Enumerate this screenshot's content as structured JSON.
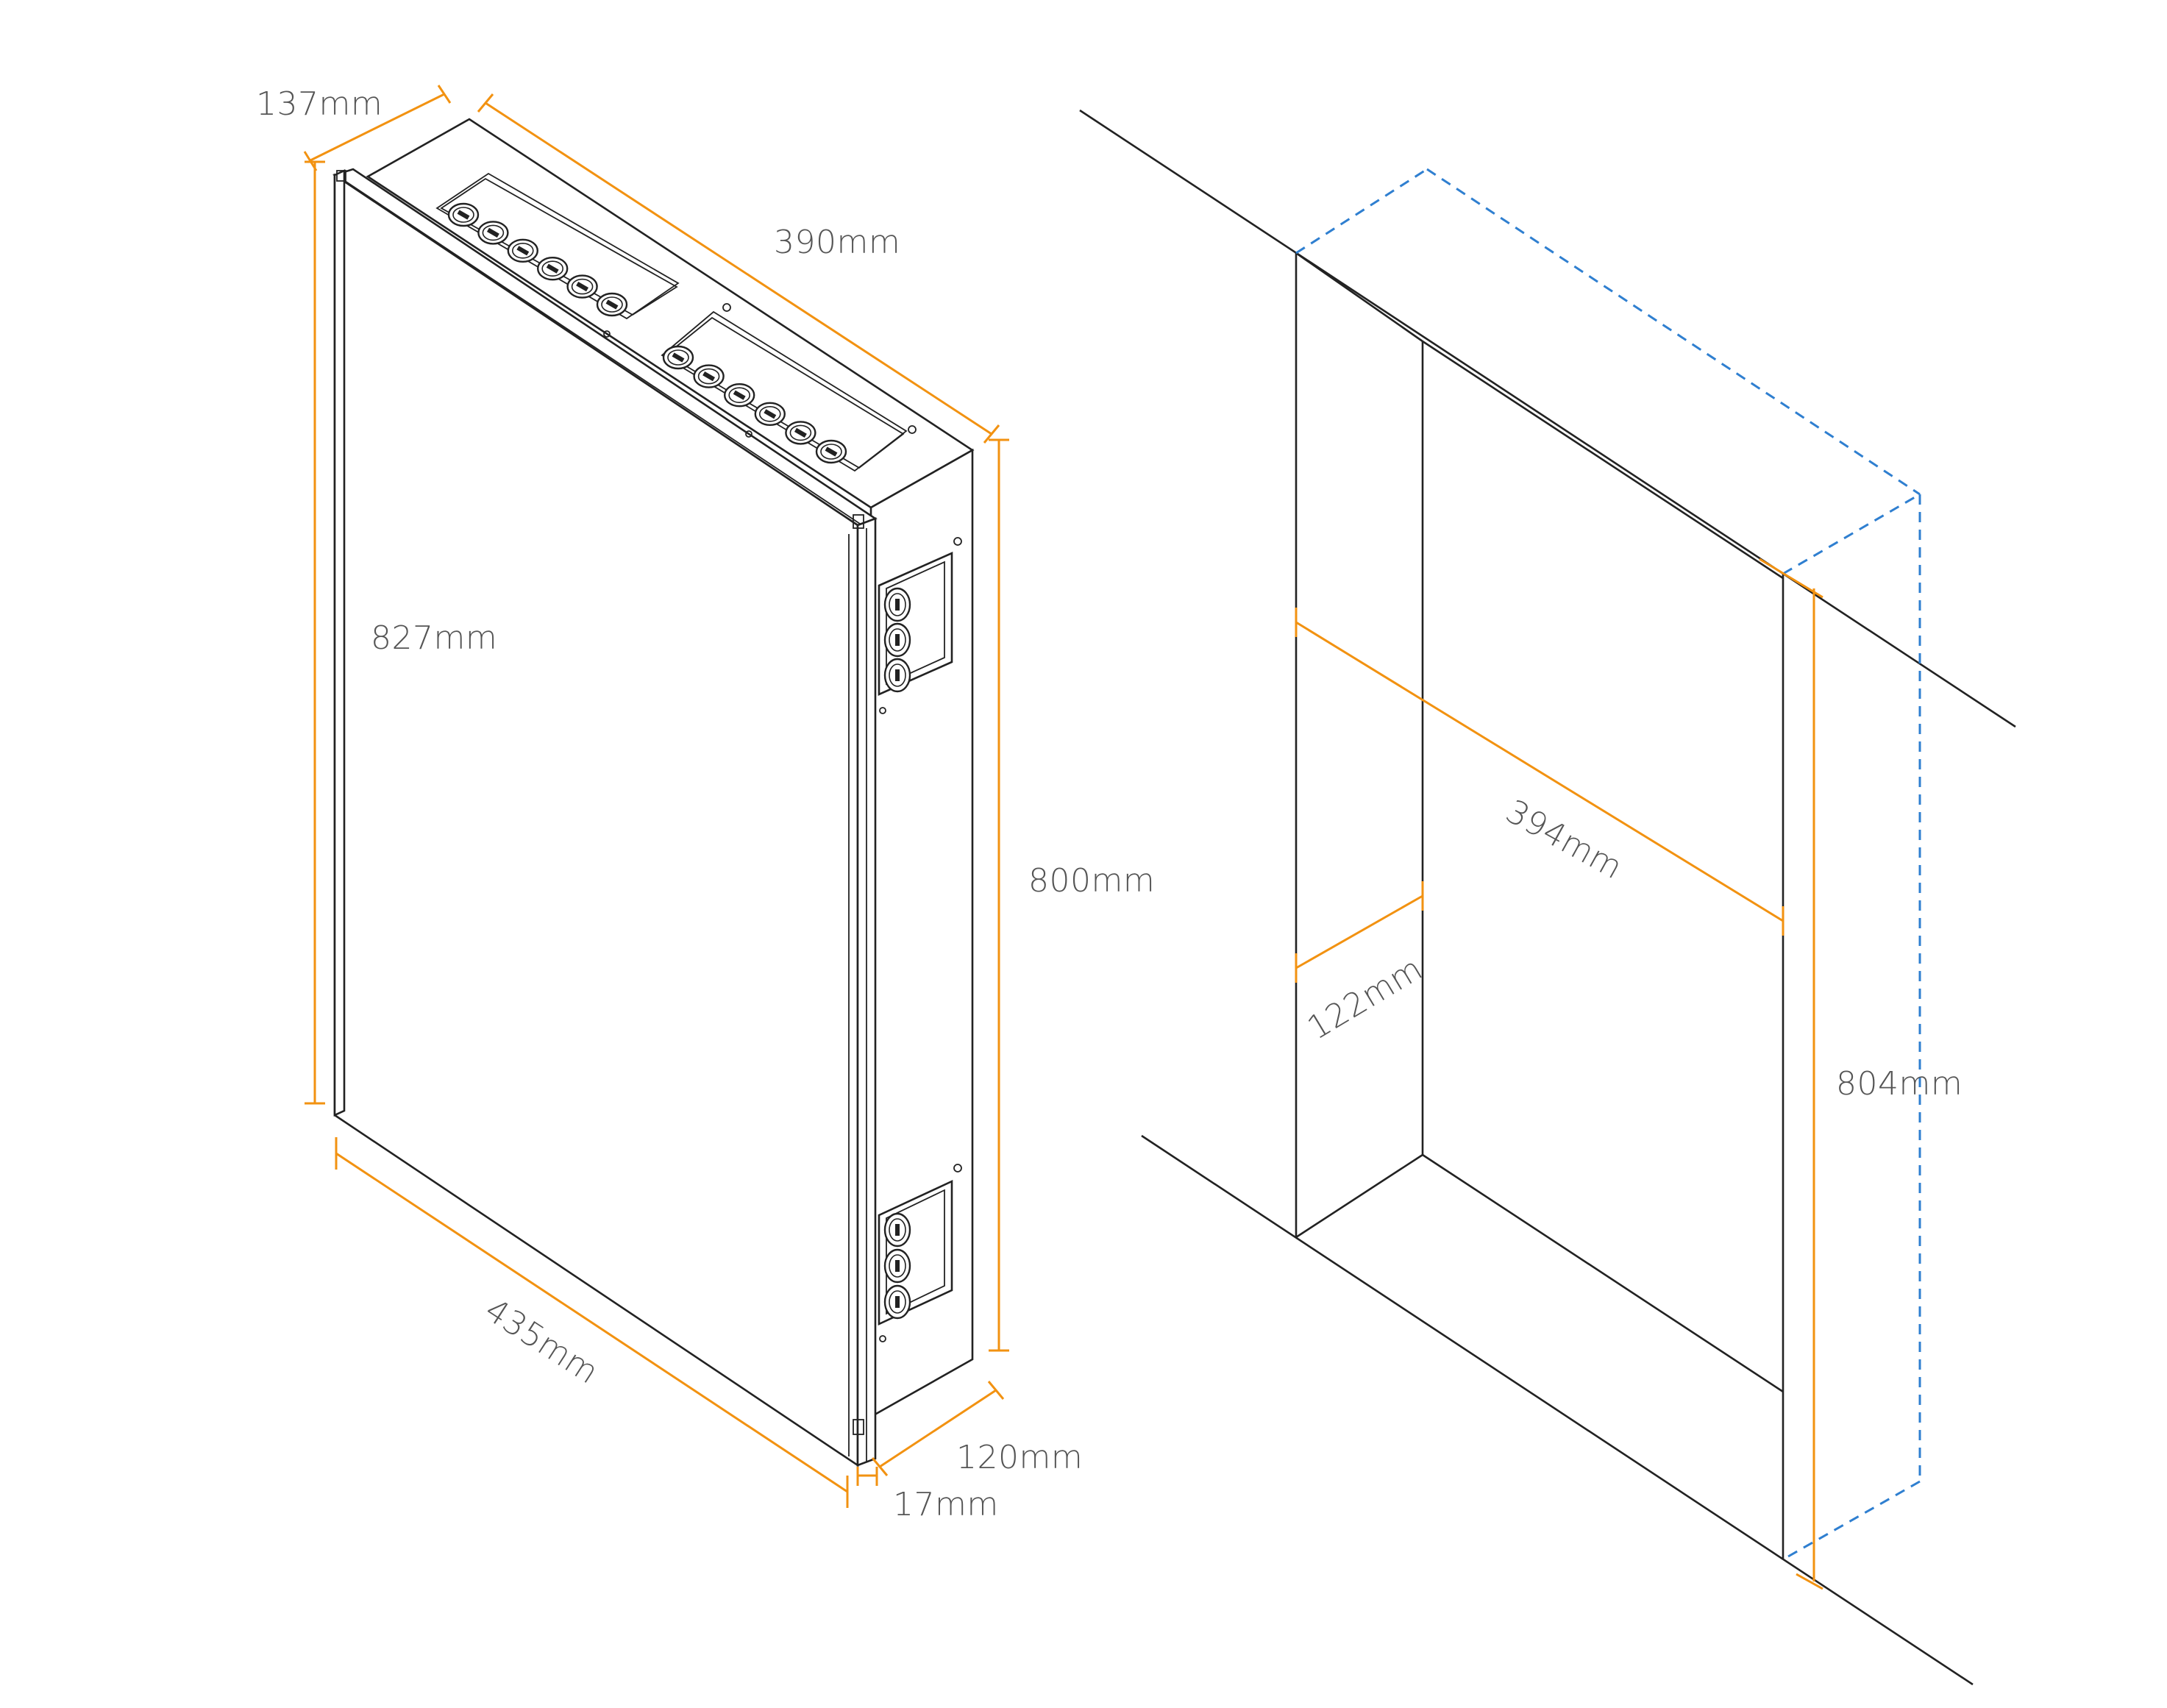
{
  "colors": {
    "outline": "#222222",
    "dimension_line": "#f29211",
    "hidden_edge": "#2f7fd0",
    "label_text": "#555555",
    "background": "#ffffff"
  },
  "product_view": {
    "dimensions": {
      "depth_top": "137mm",
      "length_top": "390mm",
      "height_front": "827mm",
      "height_side": "800mm",
      "width_front": "435mm",
      "depth_body": "120mm",
      "frame_depth": "17mm"
    },
    "top_panel_outlet_count": 6,
    "side_panel_outlet_count": 3
  },
  "recess_view": {
    "dimensions": {
      "width": "394mm",
      "depth": "122mm",
      "height": "804mm"
    }
  }
}
